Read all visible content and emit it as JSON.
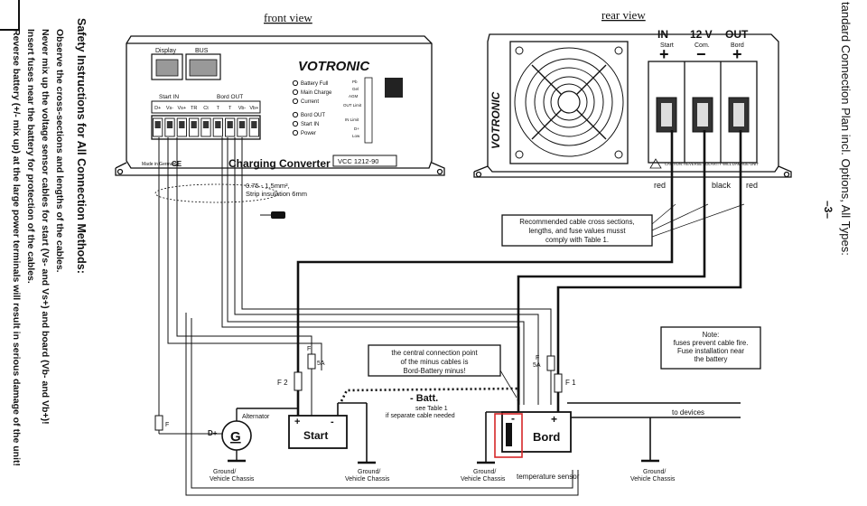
{
  "page_number": "–3–",
  "heading": "tandard Connection Plan incl. Options, All Types:",
  "safety": {
    "title": "Safety Instructions for All Connection Methods:",
    "items": [
      "Observe the cross-sections and lengths of the cables.",
      "Never mix up the voltage sensor cables for start (Vs- and Vs+) and board (Vb- and Vb+)!",
      "Insert fuses near the battery for protection of the cables.",
      "Reverse battery (+/- mix up) at the large power terminals will result in serious damage of the unit!"
    ]
  },
  "front_view": {
    "title": "front view",
    "display_port": "Display",
    "bus_port": "BUS",
    "brand": "VOTRONIC",
    "leds": [
      "Battery Full",
      "Main Charge",
      "Current",
      "Bord OUT",
      "Start IN",
      "Power"
    ],
    "dip_labels": [
      "Pb",
      "Gel",
      "AGM",
      "OUT Limit",
      "IN Limit",
      "D+",
      "Low"
    ],
    "start_in_header": "Start IN",
    "bord_out_header": "Bord OUT",
    "terminals": [
      "D+",
      "Vs-",
      "Vs+",
      "TR",
      "Ct",
      "T",
      "T",
      "Vb-",
      "Vb+"
    ],
    "made_in": "Made in Germany",
    "ce_mark": "CE",
    "product": "Charging Converter",
    "model": "VCC 1212-90"
  },
  "rear_view": {
    "title": "rear view",
    "brand": "VOTRONIC",
    "in_label": "IN",
    "in_sub": "Start",
    "com_label": "12 V",
    "com_sub": "Com.",
    "out_label": "OUT",
    "out_sub": "Bord",
    "plus": "+",
    "minus": "−",
    "caution": "CAUTION: REVERSE POLARITY WILL DAMAGE UNIT",
    "wire_red_left": "red",
    "wire_black": "black",
    "wire_red_right": "red"
  },
  "notes": {
    "insulation": "0.75 - 1.5mm²,\nStrip insulation 6mm",
    "cable_note": "Recommended cable cross sections,\nlengths, and fuse values musst\ncomply with Table 1.",
    "central_point": "the central connection point\nof the minus cables is\nBord-Battery minus!",
    "fuse_note": "Note:\nfuses prevent cable fire.\nFuse installation near\nthe battery",
    "minus_batt": "- Batt.",
    "minus_batt_sub": "see Table 1\nif separate cable needed"
  },
  "components": {
    "alternator": "Alternator",
    "generator": "G",
    "d_plus": "D+",
    "start_battery": "Start",
    "bord_battery": "Bord",
    "temp_sensor": "temperature sensor",
    "to_devices": "to devices",
    "ground": "Ground/\nVehicle Chassis",
    "fuse_f": "F",
    "fuse_f1": "F 1",
    "fuse_f2": "F 2",
    "fuse_5a": "5A",
    "plus": "+",
    "minus": "-"
  }
}
